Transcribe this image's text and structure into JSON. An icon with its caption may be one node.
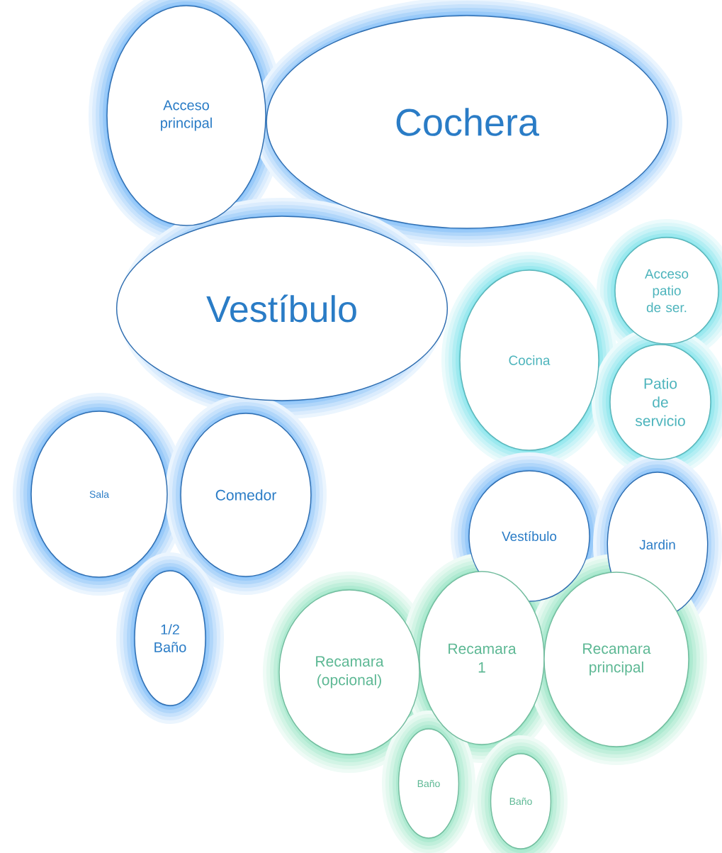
{
  "diagram": {
    "nodes": [
      {
        "text": [
          "Acceso principal"
        ]
      },
      {
        "text": [
          "Cochera"
        ]
      },
      {
        "text": [
          "Vestíbulo"
        ]
      },
      {
        "text": [
          "Acceso patio de ser."
        ]
      },
      {
        "text": [
          "Cocina"
        ]
      },
      {
        "text": [
          "Patio de servicio"
        ]
      },
      {
        "text": [
          "Sala"
        ]
      },
      {
        "text": [
          "Comedor"
        ]
      },
      {
        "text": [
          "Vestíbulo"
        ]
      },
      {
        "text": [
          "Jardin"
        ]
      },
      {
        "text": [
          "1/2 Baño"
        ]
      },
      {
        "text": [
          "Recamara (opcional)"
        ]
      },
      {
        "text": [
          "Recamara 1"
        ]
      },
      {
        "text": [
          "Recamara principal"
        ]
      },
      {
        "text": [
          "Baño"
        ]
      },
      {
        "text": [
          "Baño"
        ]
      }
    ]
  }
}
